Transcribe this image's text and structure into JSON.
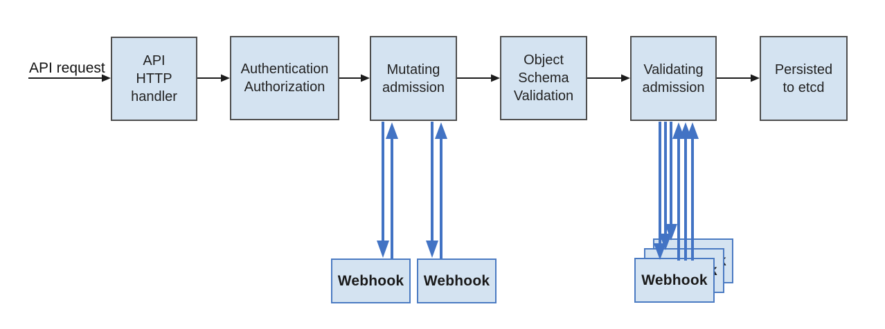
{
  "flow_label": {
    "text": "API request"
  },
  "pipeline_boxes": [
    {
      "label": "API\nHTTP\nhandler"
    },
    {
      "label": "Authentication\nAuthorization"
    },
    {
      "label": "Mutating\nadmission"
    },
    {
      "label": "Object\nSchema\nValidation"
    },
    {
      "label": "Validating\nadmission"
    },
    {
      "label": "Persisted\nto etcd"
    }
  ],
  "mutating_webhooks": [
    {
      "label": "Webhook"
    },
    {
      "label": "Webhook"
    }
  ],
  "validating_webhooks": [
    {
      "label": "Webhook"
    },
    {
      "label": "Webhook"
    },
    {
      "label": "Webhook"
    }
  ],
  "colors": {
    "box_fill": "#d4e3f1",
    "box_border": "#4d4d4d",
    "webhook_border": "#4a7ac2",
    "arrow_blue": "#4273c4",
    "arrow_black": "#1c1c1c"
  }
}
